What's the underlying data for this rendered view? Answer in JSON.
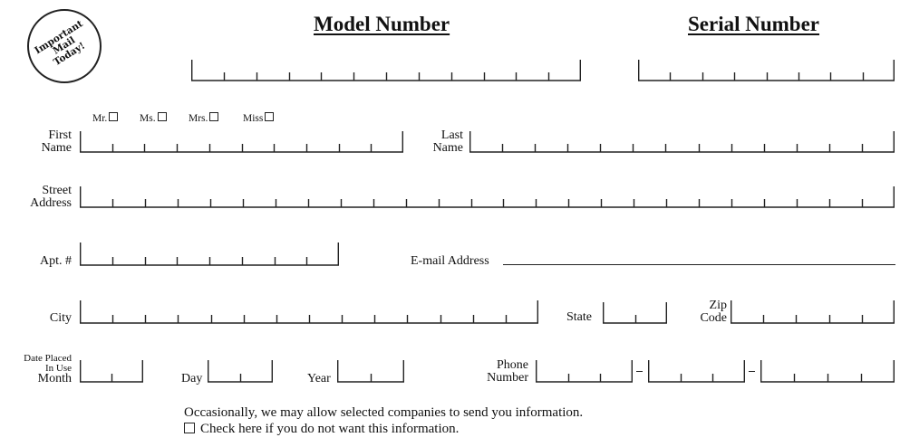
{
  "stamp": {
    "line1": "Important",
    "line2": "Mail",
    "line3": "Today!"
  },
  "headings": {
    "model": "Model Number",
    "serial": "Serial Number"
  },
  "titles": [
    "Mr.",
    "Ms.",
    "Mrs.",
    "Miss"
  ],
  "labels": {
    "first_name_1": "First",
    "first_name_2": "Name",
    "last_name_1": "Last",
    "last_name_2": "Name",
    "street_1": "Street",
    "street_2": "Address",
    "apt": "Apt. #",
    "email": "E-mail Address",
    "city": "City",
    "state": "State",
    "zip_1": "Zip",
    "zip_2": "Code",
    "date_placed_1": "Date Placed",
    "date_placed_2": "In Use",
    "month": "Month",
    "day": "Day",
    "year": "Year",
    "phone_1": "Phone",
    "phone_2": "Number"
  },
  "footer": {
    "notice": "Occasionally, we may allow selected companies to send you information.",
    "optout": "Check here if you do not want this information."
  }
}
